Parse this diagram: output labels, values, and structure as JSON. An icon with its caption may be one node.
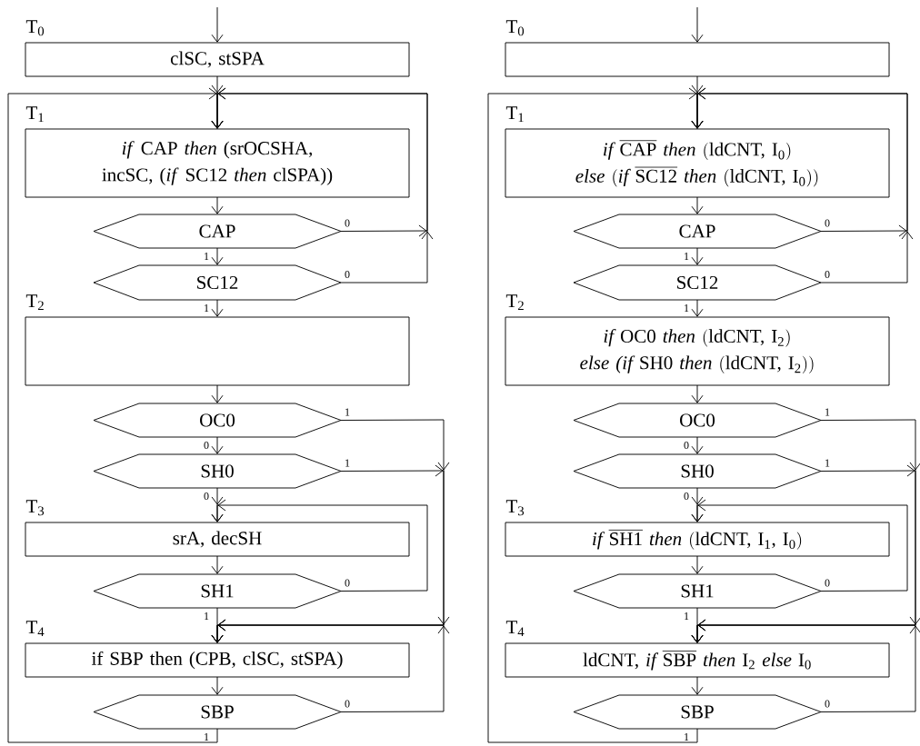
{
  "diagram": {
    "nodes": [
      {
        "text": [
          "T$_{0}$",
          "clSC, stSPA"
        ]
      },
      {
        "text": [
          "T$_{1}$",
          "*if* CAP *then* (srOCSHA, incSC, (*if* SC12 *then* clSPA))"
        ]
      },
      {
        "text": [
          "CAP"
        ]
      },
      {
        "text": [
          "SC12"
        ]
      },
      {
        "text": [
          "T$_{2}$"
        ]
      },
      {
        "text": [
          "OC0"
        ]
      },
      {
        "text": [
          "SH0"
        ]
      },
      {
        "text": [
          "T$_{3}$",
          "srA, decSH"
        ]
      },
      {
        "text": [
          "SH1"
        ]
      },
      {
        "text": [
          "T$_{4}$",
          "if SBP then (CPB, clSC, stSPA)"
        ]
      },
      {
        "text": [
          "SBP"
        ]
      },
      {
        "text": [
          "T$_{0}$"
        ]
      },
      {
        "text": [
          "T$_{1}$",
          "\\textit{if}\\ \\overline{\\text{CAP}}\\ \\textit{then}\\ (\\text{ldCNT, I}_{\\text{0}})\\allowbreak\\ \\textit{else}\\ (\\textit{if}\\ \\overline{\\text{SC12}}\\ \\textit{then}\\ (\\text{ldCNT, I}_{\\text{0}}))"
        ]
      },
      {
        "text": [
          "CAP"
        ]
      },
      {
        "text": [
          "SC12"
        ]
      },
      {
        "text": [
          "T$_{2}$",
          "\\textit{if}\\ \\text{OC0}\\ \\textit{then}\\ (\\text{ldCNT, I}_{\\text{2}})\\allowbreak\\ \\textit{else (if}\\ \\text{SH0}\\ \\textit{then}\\ (\\text{ldCNT, I}_{\\text{2}}))"
        ]
      },
      {
        "text": [
          "OC0"
        ]
      },
      {
        "text": [
          "SH0"
        ]
      },
      {
        "text": [
          "T$_{3}$",
          "\\textit{if}\\ \\overline{\\text{SH1}}\\ \\textit{then}\\ (\\text{ldCNT, I}_{\\text{1}}\\text{, I}_{\\text{0}})"
        ]
      },
      {
        "text": [
          "SH1"
        ]
      },
      {
        "text": [
          "T$_{4}$",
          "\\text{ldCNT, }\\textit{if}\\ \\overline{\\text{SBP}}\\ \\textit{then}\\ \\text{I}_{\\text{2}}\\ \\textit{else}\\ \\text{I}_{\\text{0}}"
        ]
      },
      {
        "text": [
          "SBP"
        ]
      }
    ],
    "edges": [
      {
        "from": null,
        "to": 0,
        "arrow": "to"
      },
      {
        "from": 0,
        "to": 1,
        "arrow": "to"
      },
      {
        "from": 1,
        "to": 2,
        "arrow": "to"
      },
      {
        "from": 2,
        "to": 3,
        "arrow": "to",
        "label": "1"
      },
      {
        "from": 2,
        "to": 1,
        "arrow": "to",
        "label": "0"
      },
      {
        "from": 3,
        "to": 4,
        "arrow": "to",
        "label": "1"
      },
      {
        "from": 3,
        "to": 1,
        "arrow": "to",
        "label": "0"
      },
      {
        "from": 4,
        "to": 5,
        "arrow": "to"
      },
      {
        "from": 5,
        "to": 6,
        "arrow": "to",
        "label": "0"
      },
      {
        "from": 5,
        "to": 9,
        "arrow": "to",
        "label": "1"
      },
      {
        "from": 6,
        "to": 7,
        "arrow": "to",
        "label": "0"
      },
      {
        "from": 6,
        "to": 9,
        "arrow": "to",
        "label": "1"
      },
      {
        "from": 7,
        "to": 8,
        "arrow": "to"
      },
      {
        "from": 8,
        "to": 9,
        "arrow": "to",
        "label": "1"
      },
      {
        "from": 8,
        "to": 7,
        "arrow": "to",
        "label": "0"
      },
      {
        "from": 9,
        "to": 10,
        "arrow": "to"
      },
      {
        "from": 10,
        "to": 1,
        "arrow": "to",
        "label": "1"
      },
      {
        "from": 10,
        "to": 9,
        "arrow": "to",
        "label": "0"
      },
      {
        "from": null,
        "to": 11,
        "arrow": "to"
      },
      {
        "from": 11,
        "to": 12,
        "arrow": "to"
      },
      {
        "from": 12,
        "to": 13,
        "arrow": "to"
      },
      {
        "from": 13,
        "to": 14,
        "arrow": "to",
        "label": "1"
      },
      {
        "from": 13,
        "to": 12,
        "arrow": "to",
        "label": "0"
      },
      {
        "from": 14,
        "to": 15,
        "arrow": "to",
        "label": "1"
      },
      {
        "from": 14,
        "to": 12,
        "arrow": "to",
        "label": "0"
      },
      {
        "from": 15,
        "to": 16,
        "arrow": "to"
      },
      {
        "from": 16,
        "to": 17,
        "arrow": "to",
        "label": "0"
      },
      {
        "from": 16,
        "to": 20,
        "arrow": "to",
        "label": "1"
      },
      {
        "from": 17,
        "to": 18,
        "arrow": "to",
        "label": "0"
      },
      {
        "from": 17,
        "to": 20,
        "arrow": "to",
        "label": "1"
      },
      {
        "from": 18,
        "to": 19,
        "arrow": "to"
      },
      {
        "from": 19,
        "to": 20,
        "arrow": "to",
        "label": "1"
      },
      {
        "from": 19,
        "to": 18,
        "arrow": "to",
        "label": "0"
      },
      {
        "from": 20,
        "to": 21,
        "arrow": "to"
      },
      {
        "from": 21,
        "to": 12,
        "arrow": "to",
        "label": "1"
      },
      {
        "from": 21,
        "to": 20,
        "arrow": "to",
        "label": "0"
      }
    ]
  }
}
